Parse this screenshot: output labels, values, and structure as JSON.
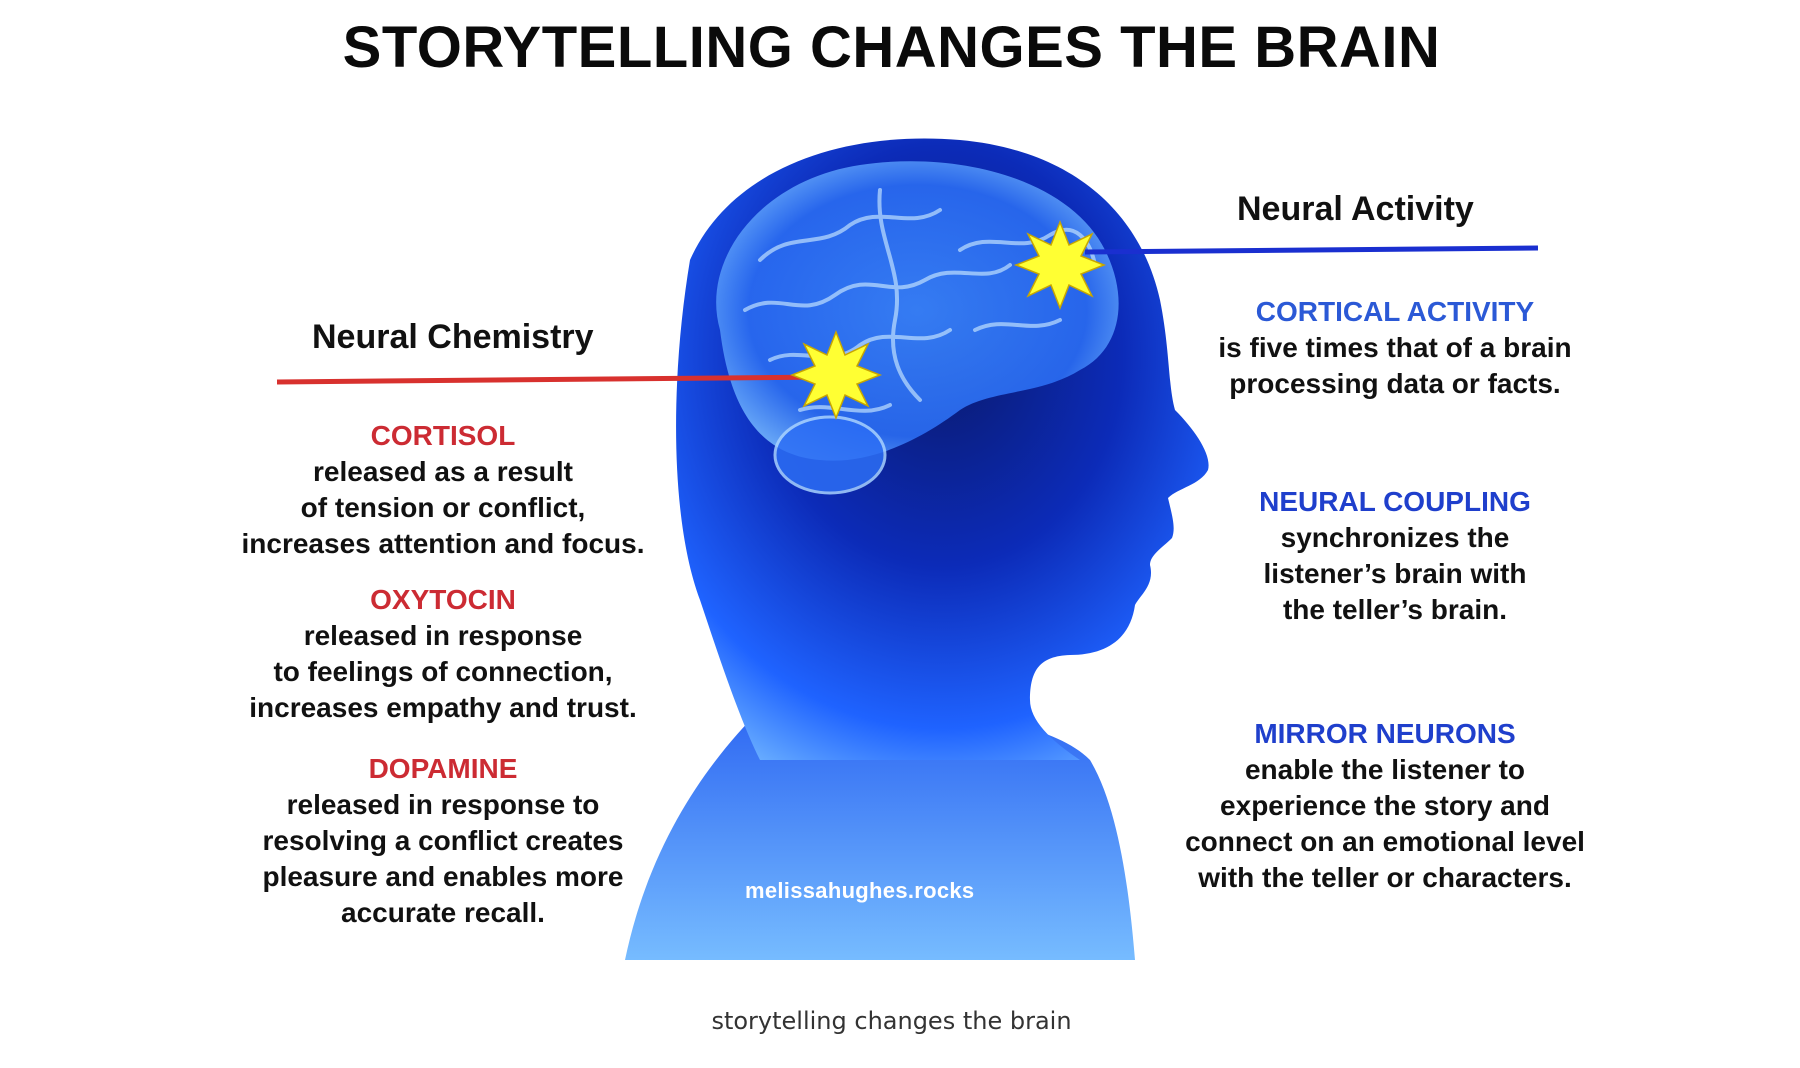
{
  "title": "STORYTELLING CHANGES THE BRAIN",
  "left": {
    "heading": "Neural Chemistry",
    "items": [
      {
        "term": "CORTISOL",
        "lines": [
          "released as a result",
          "of tension or conflict,",
          "increases attention and focus."
        ]
      },
      {
        "term": "OXYTOCIN",
        "lines": [
          "released in response",
          "to feelings of connection,",
          "increases empathy and trust."
        ]
      },
      {
        "term": "DOPAMINE",
        "lines": [
          "released in response to",
          "resolving a conflict creates",
          "pleasure and enables more",
          "accurate recall."
        ]
      }
    ]
  },
  "right": {
    "heading": "Neural Activity",
    "items": [
      {
        "term": "CORTICAL ACTIVITY",
        "lines": [
          "is five times that of a brain",
          "processing data or facts."
        ]
      },
      {
        "term": "NEURAL COUPLING",
        "lines": [
          "synchronizes the",
          "listener’s brain with",
          "the teller’s brain."
        ]
      },
      {
        "term": "MIRROR NEURONS",
        "lines": [
          "enable the listener to",
          "experience the story and",
          "connect on an emotional level",
          "with the teller or characters."
        ]
      }
    ]
  },
  "watermark": "melissahughes.rocks",
  "caption": "storytelling changes the brain",
  "colors": {
    "chemistry_term": "#cc2b33",
    "activity_term": "#1f3fcc",
    "chemistry_line": "#d8312e",
    "activity_line": "#1a2fd0",
    "head": "#1e5cff",
    "spark": "#ffff33"
  },
  "icons": [
    "head-silhouette-icon",
    "brain-icon",
    "spark-icon"
  ]
}
